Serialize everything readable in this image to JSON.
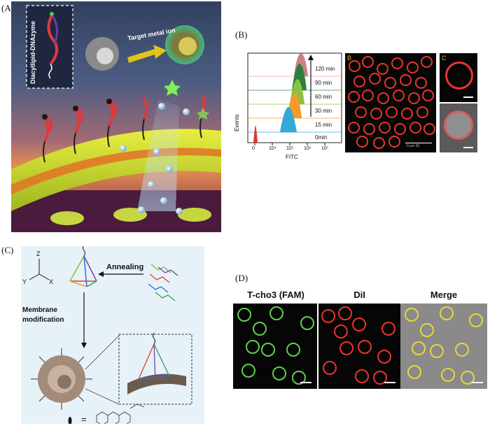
{
  "figure": {
    "panel_a": {
      "label": "(A)",
      "inset_text": "Diacyllipid-DNAzyme",
      "arrow_text": "Target metal ion"
    },
    "panel_b": {
      "label": "(B)",
      "y_label": "Events",
      "x_label": "FITC",
      "tick_labels": [
        "0",
        "10⁴",
        "10⁵",
        "10⁶",
        "10⁷"
      ],
      "time_labels": [
        "120 min",
        "90 min",
        "60 min",
        "30 min",
        "15 min",
        "0min"
      ],
      "sub_b_label": "B",
      "sub_c_label": "C",
      "scale_text": "0   μm   30"
    },
    "panel_c": {
      "label": "(C)",
      "axis_z": "Z",
      "axis_y": "Y",
      "axis_x": "X",
      "annealing": "Annealing",
      "membrane_line1": "Membrane",
      "membrane_line2": "modification",
      "equals": "="
    },
    "panel_d": {
      "label": "(D)",
      "headers": [
        "T-cho3 (FAM)",
        "DiI",
        "Merge"
      ]
    }
  },
  "colors": {
    "histogram": [
      "#c97f86",
      "#2f7f3a",
      "#8ac23e",
      "#f39a2a",
      "#32a9d6",
      "#d93a2f"
    ],
    "green_cell": "#5cd04a",
    "red_cell": "#e8352c",
    "merge_cell": "#e9d63a"
  }
}
